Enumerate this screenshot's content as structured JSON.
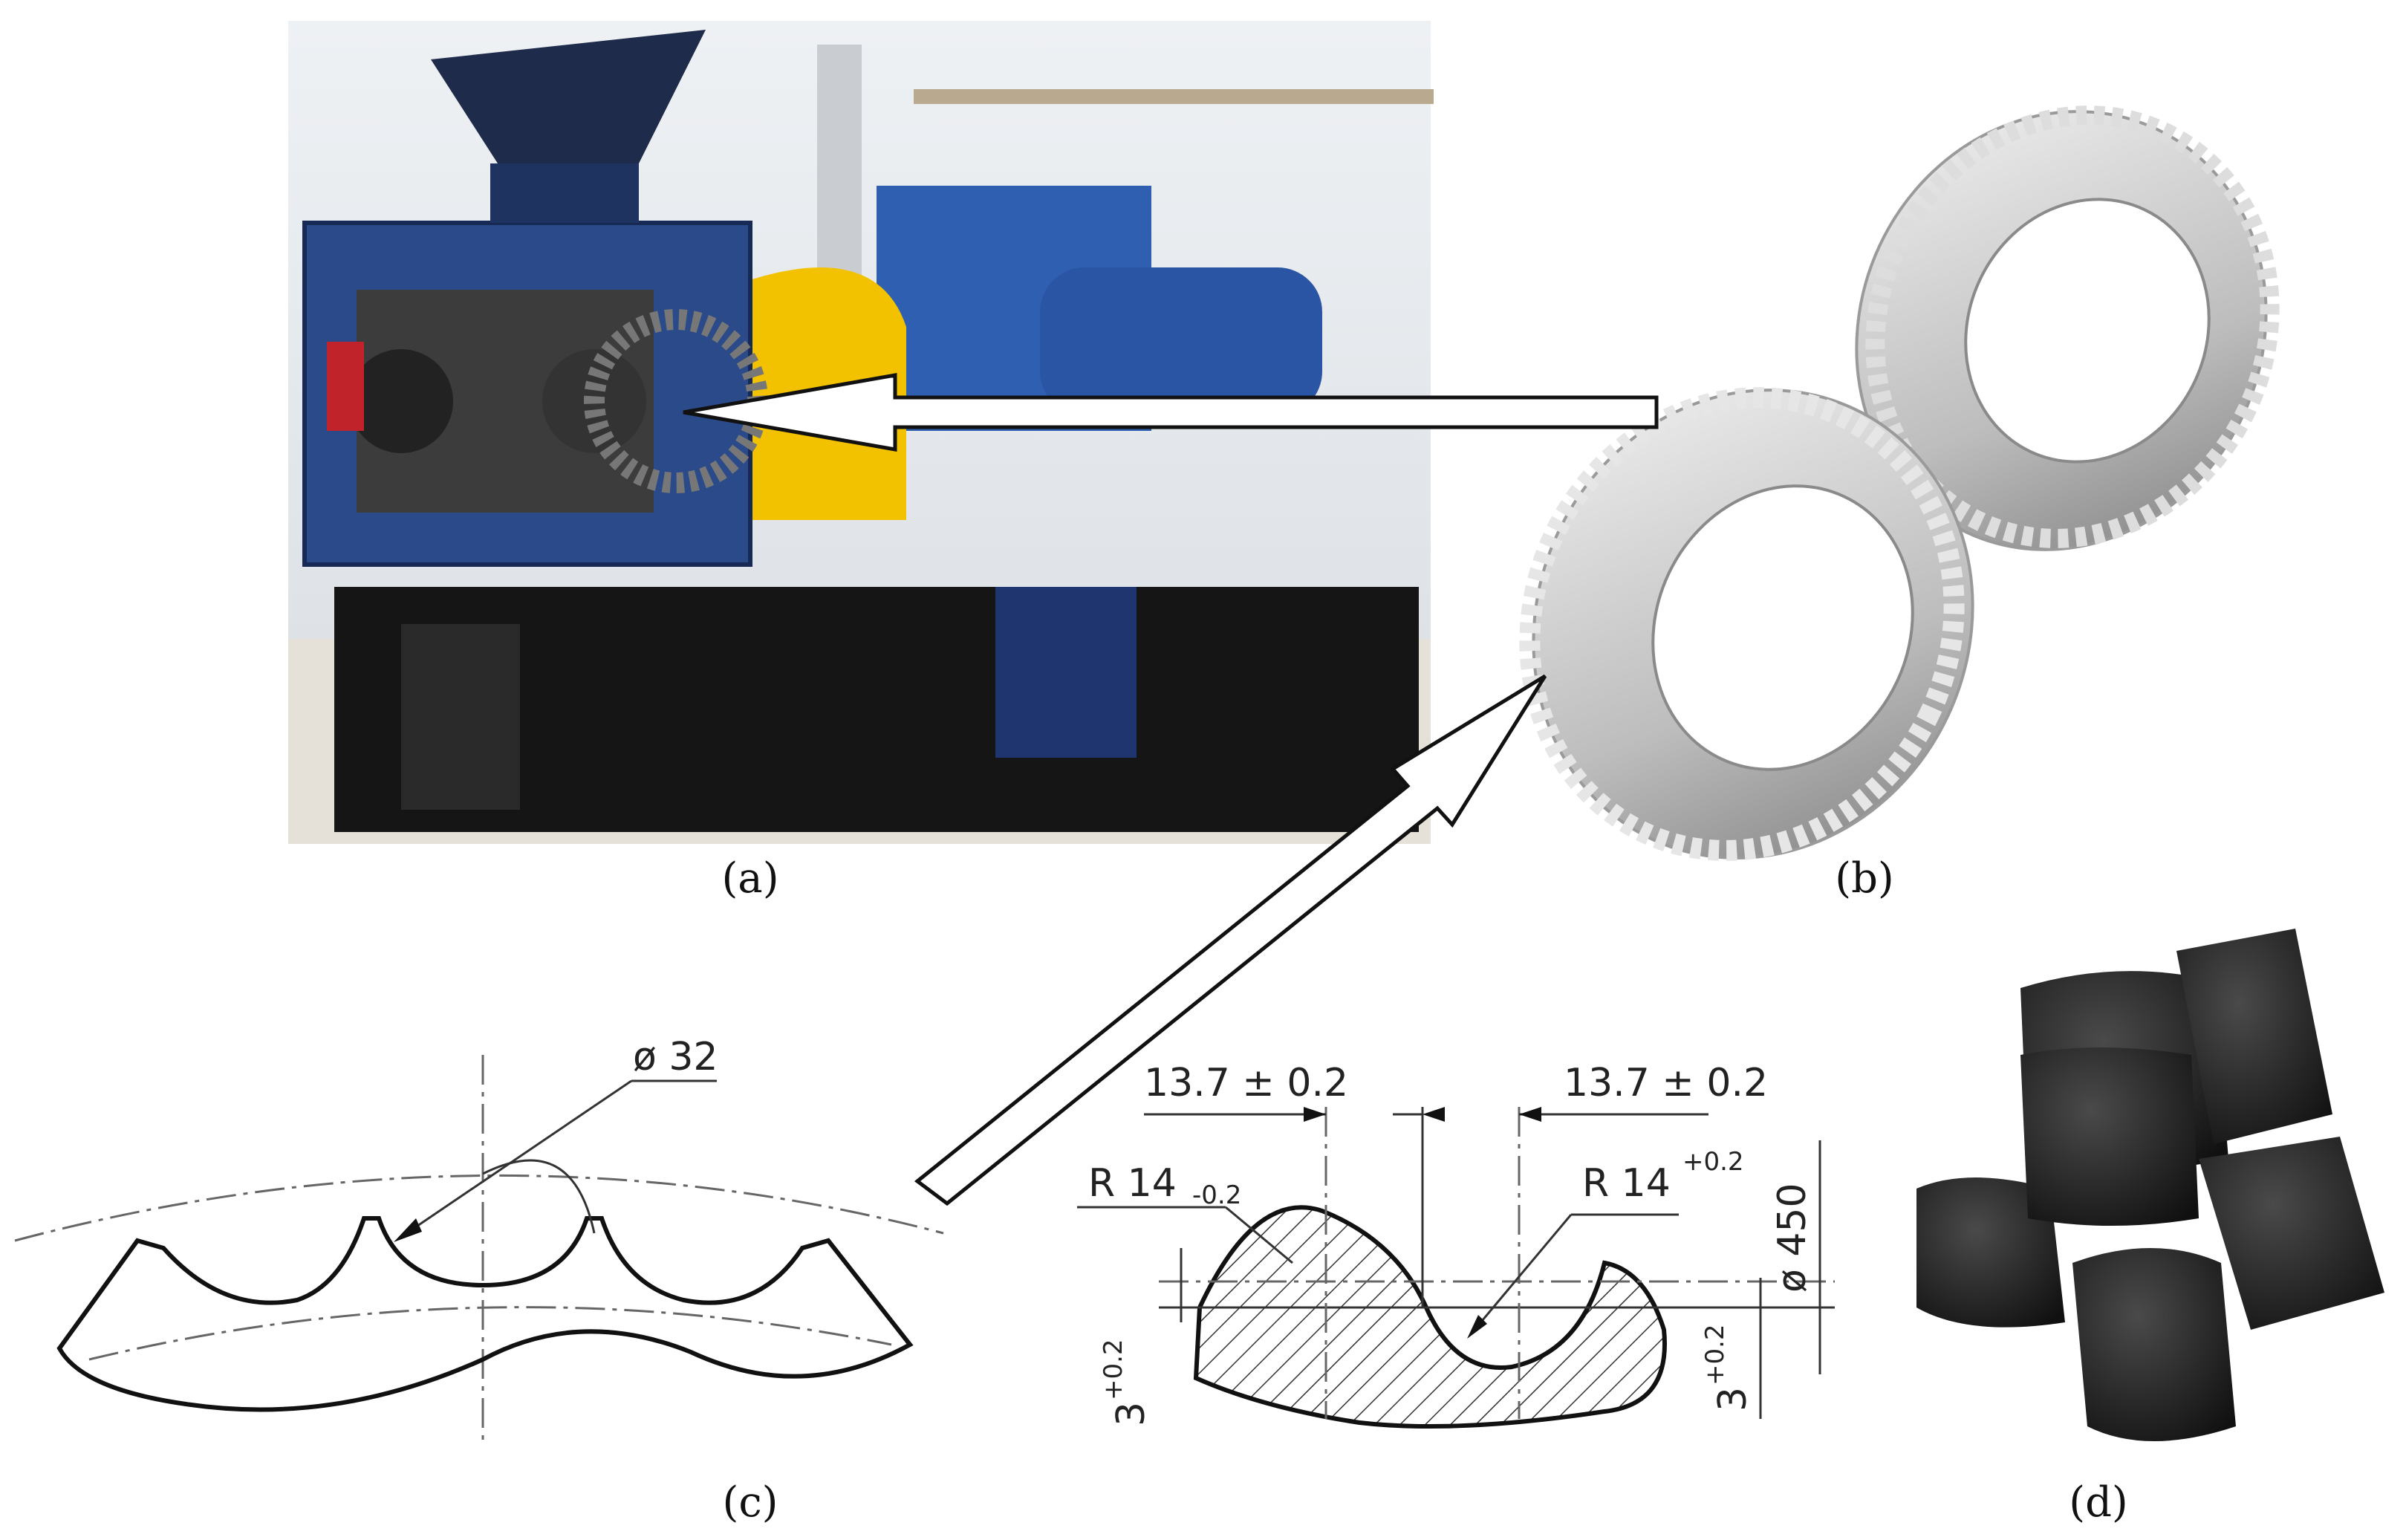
{
  "panels": {
    "a": {
      "caption": "(a)"
    },
    "b": {
      "caption": "(b)"
    },
    "c": {
      "caption": "(c)",
      "dim_diameter": "ø 32"
    },
    "d": {
      "caption": "(d)"
    }
  },
  "drawing": {
    "dim_left": "13.7 ± 0.2",
    "dim_right": "13.7 ± 0.2",
    "radius_left": "R 14",
    "radius_left_tol": "-0.2",
    "radius_right": "R 14",
    "radius_right_tol": "+0.2",
    "diameter": "ø 450",
    "depth_left": "3",
    "depth_left_tol": "+0.2",
    "depth_right": "3",
    "depth_right_tol": "+0.2"
  },
  "colors": {
    "machine_blue": "#2a4a8a",
    "guard_yellow": "#f2c200",
    "frame_black": "#151515",
    "roll_grey": "#c8c8c8",
    "briquette": "#1e1e1e"
  }
}
